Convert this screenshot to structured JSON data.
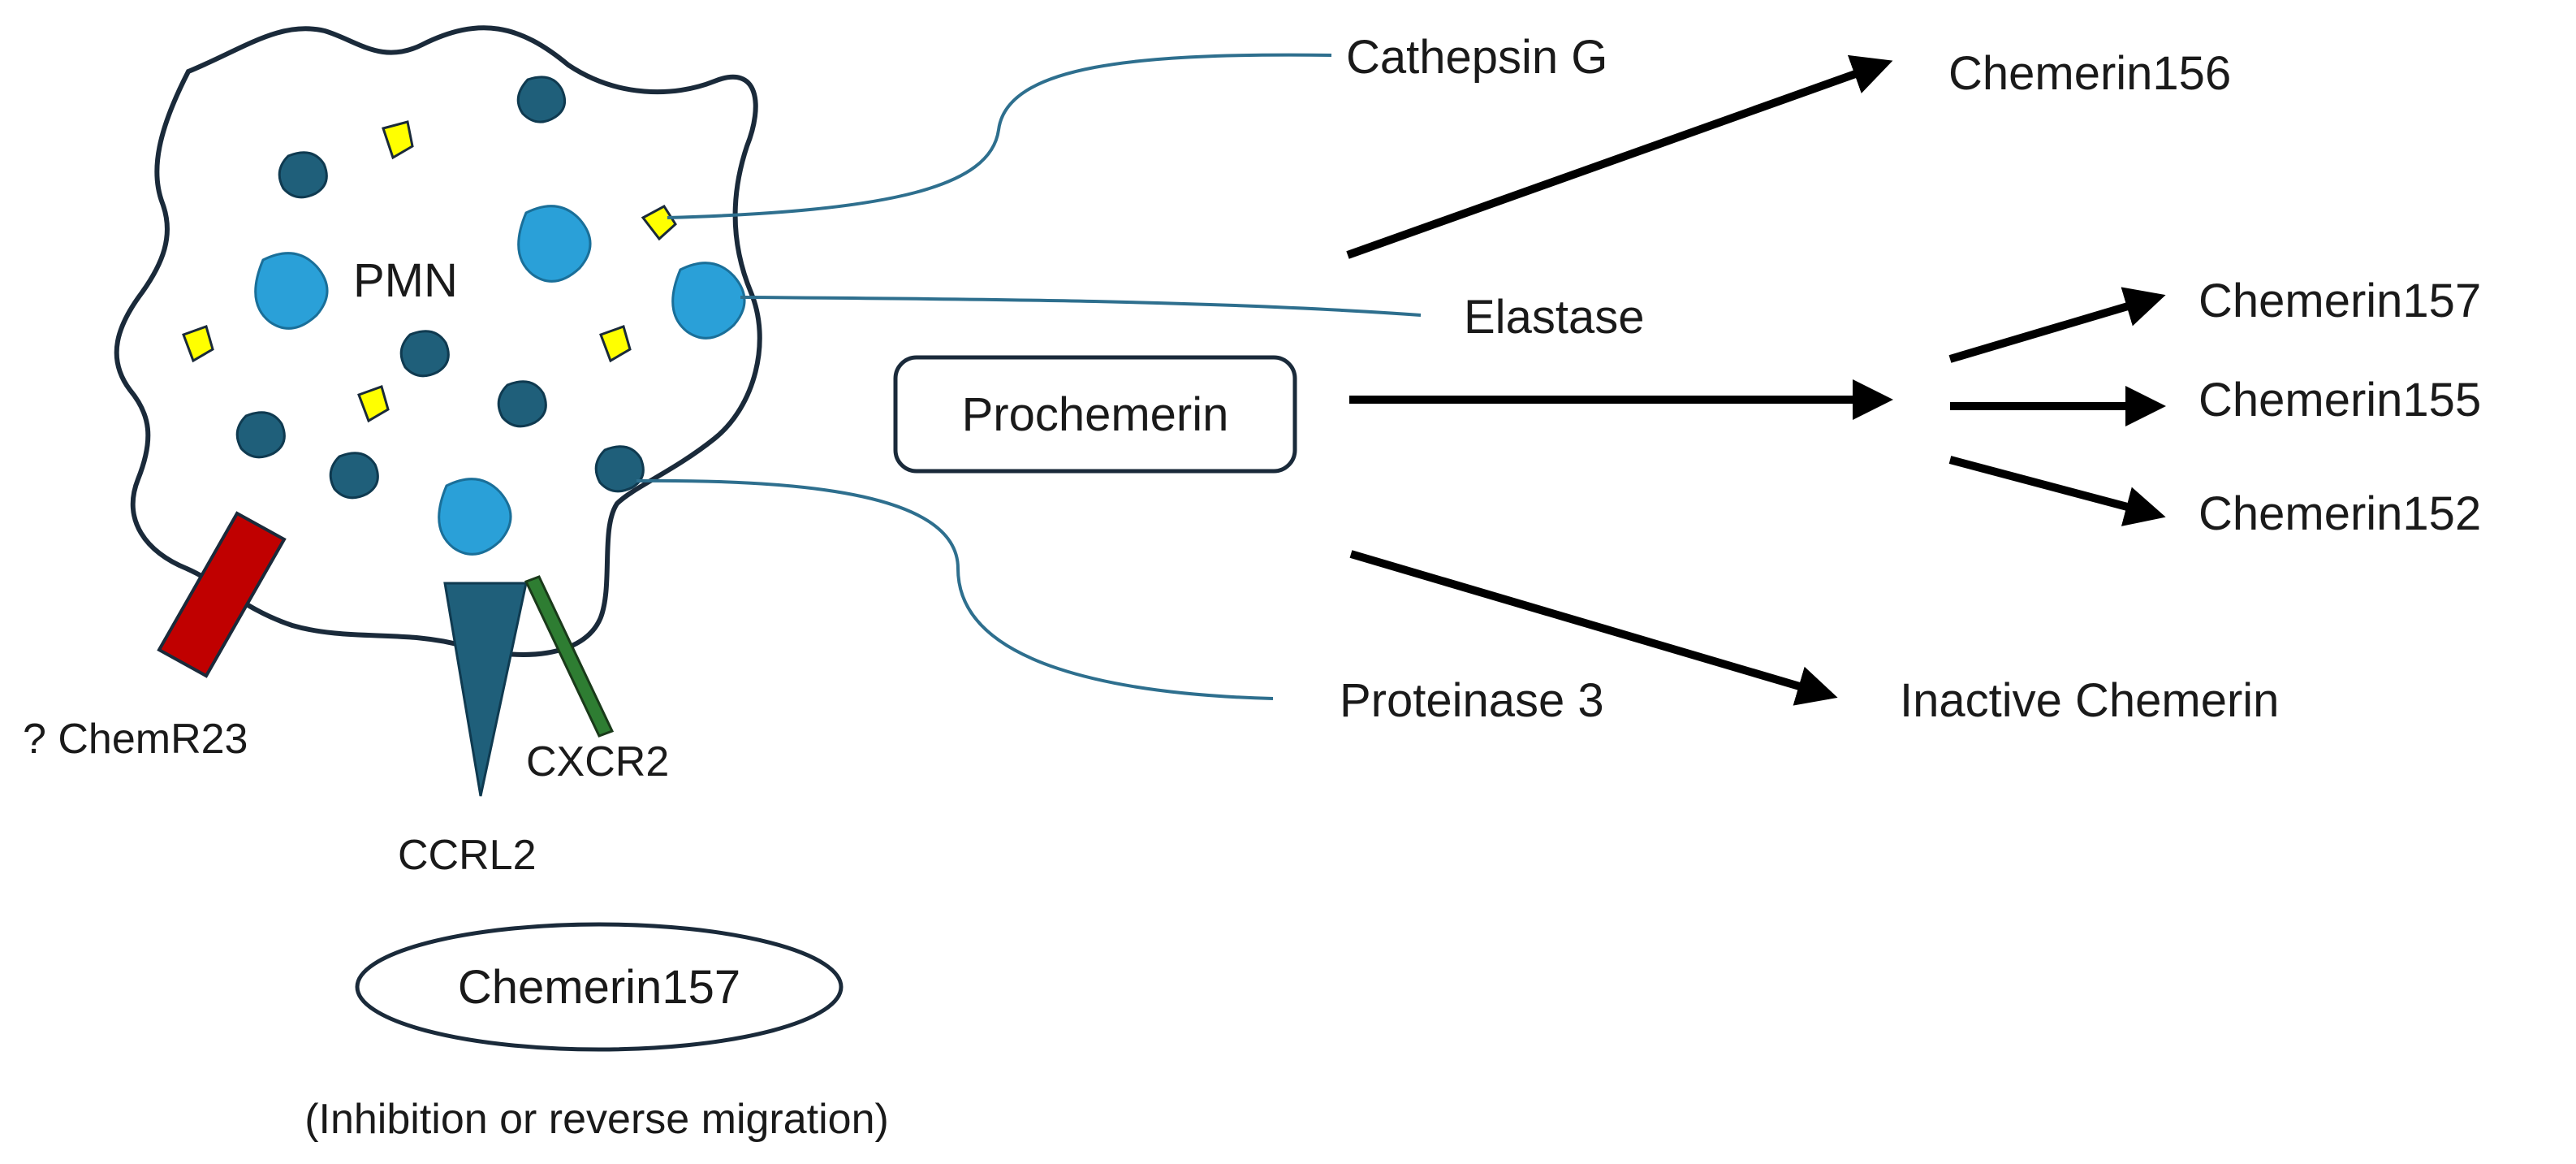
{
  "cell": {
    "label": "PMN",
    "receptors": [
      {
        "label": "? ChemR23",
        "color": "#c00000"
      },
      {
        "label": "CCRL2",
        "color": "#1f5f7a"
      },
      {
        "label": "CXCR2",
        "color": "#2e7d32"
      }
    ],
    "granule_colors": {
      "dark": "#1f5f7a",
      "light": "#2aa0d8",
      "yellow": "#ffff00"
    }
  },
  "enzymes": {
    "cathepsin_g": "Cathepsin G",
    "elastase": "Elastase",
    "proteinase_3": "Proteinase 3"
  },
  "substrate": {
    "label": "Prochemerin"
  },
  "products": {
    "cathepsin": "Chemerin156",
    "elastase": [
      "Chemerin157",
      "Chemerin155",
      "Chemerin152"
    ],
    "proteinase": "Inactive Chemerin"
  },
  "effect": {
    "label": "Chemerin157",
    "caption": "(Inhibition or reverse migration)"
  },
  "colors": {
    "connector": "#2e6f8e",
    "arrow": "#000000",
    "outline": "#1a2a3a"
  }
}
